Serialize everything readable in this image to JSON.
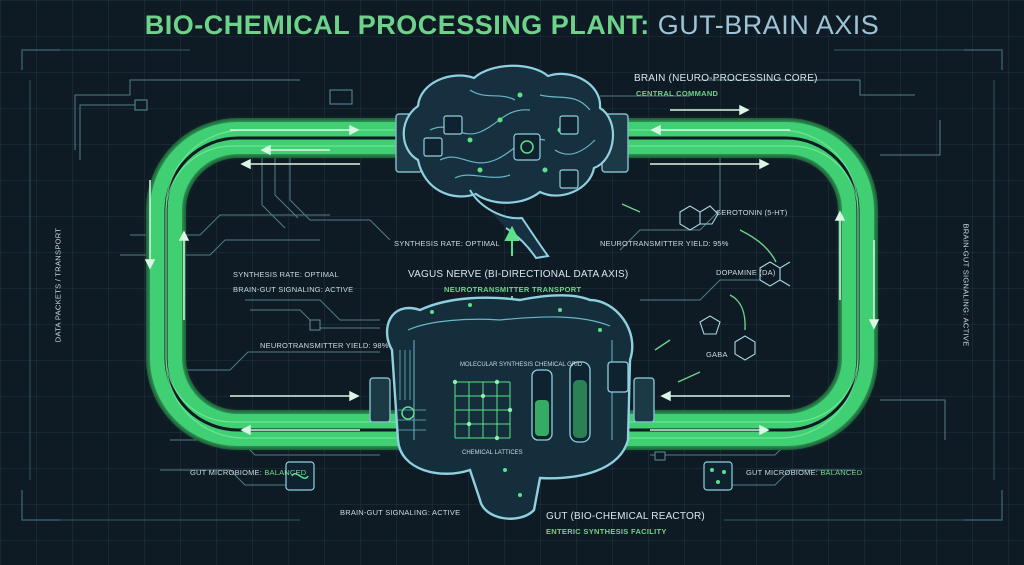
{
  "title_main": "BIO-CHEMICAL PROCESSING PLANT: ",
  "title_suffix": "GUT-BRAIN AXIS",
  "brain": {
    "label": "BRAIN (NEURO-PROCESSING CORE)",
    "sublabel": "CENTRAL COMMAND"
  },
  "brain_status": {
    "synthesis_rate": "SYNTHESIS RATE: OPTIMAL",
    "neurotransmitter_yield": "NEUROTRANSMITTER YIELD: 95%"
  },
  "molecules": {
    "serotonin": "SEROTONIN (5-HT)",
    "dopamine": "DOPAMINE (DA)",
    "gaba": "GABA"
  },
  "vagus": {
    "label": "VAGUS NERVE (BI-DIRECTIONAL DATA AXIS)",
    "sublabel": "NEUROTRANSMITTER TRANSPORT"
  },
  "left_status": {
    "synthesis_rate": "SYNTHESIS RATE: OPTIMAL",
    "signaling": "BRAIN-GUT SIGNALING: ACTIVE",
    "neurotransmitter_yield": "NEUROTRANSMITTER YIELD: 98%"
  },
  "gut_internals": {
    "lattice_title": "MOLECULAR SYNTHESIS CHEMICAL GRID",
    "lattice_caption": "CHEMICAL LATTICES"
  },
  "microbiome": {
    "prefix": "GUT MICROBIOME: ",
    "value": "BALANCED"
  },
  "bottom_status": {
    "signaling": "BRAIN-GUT SIGNALING: ACTIVE"
  },
  "gut": {
    "label": "GUT (BIO-CHEMICAL REACTOR)",
    "sublabel": "ENTERIC SYNTHESIS FACILITY"
  },
  "side_labels": {
    "left": "DATA PACKETS / TRANSPORT",
    "right": "BRAIN-GUT SIGNALING: ACTIVE"
  },
  "colors": {
    "background": "#0f1b24",
    "accent_green": "#3fcf72",
    "outline_cyan": "#8fd0e0",
    "title_green": "#6fd28a"
  },
  "icons": [
    "brain-icon",
    "gut-icon",
    "microbiome-icon",
    "molecule-icon",
    "flow-arrow-icon",
    "chip-icon"
  ]
}
